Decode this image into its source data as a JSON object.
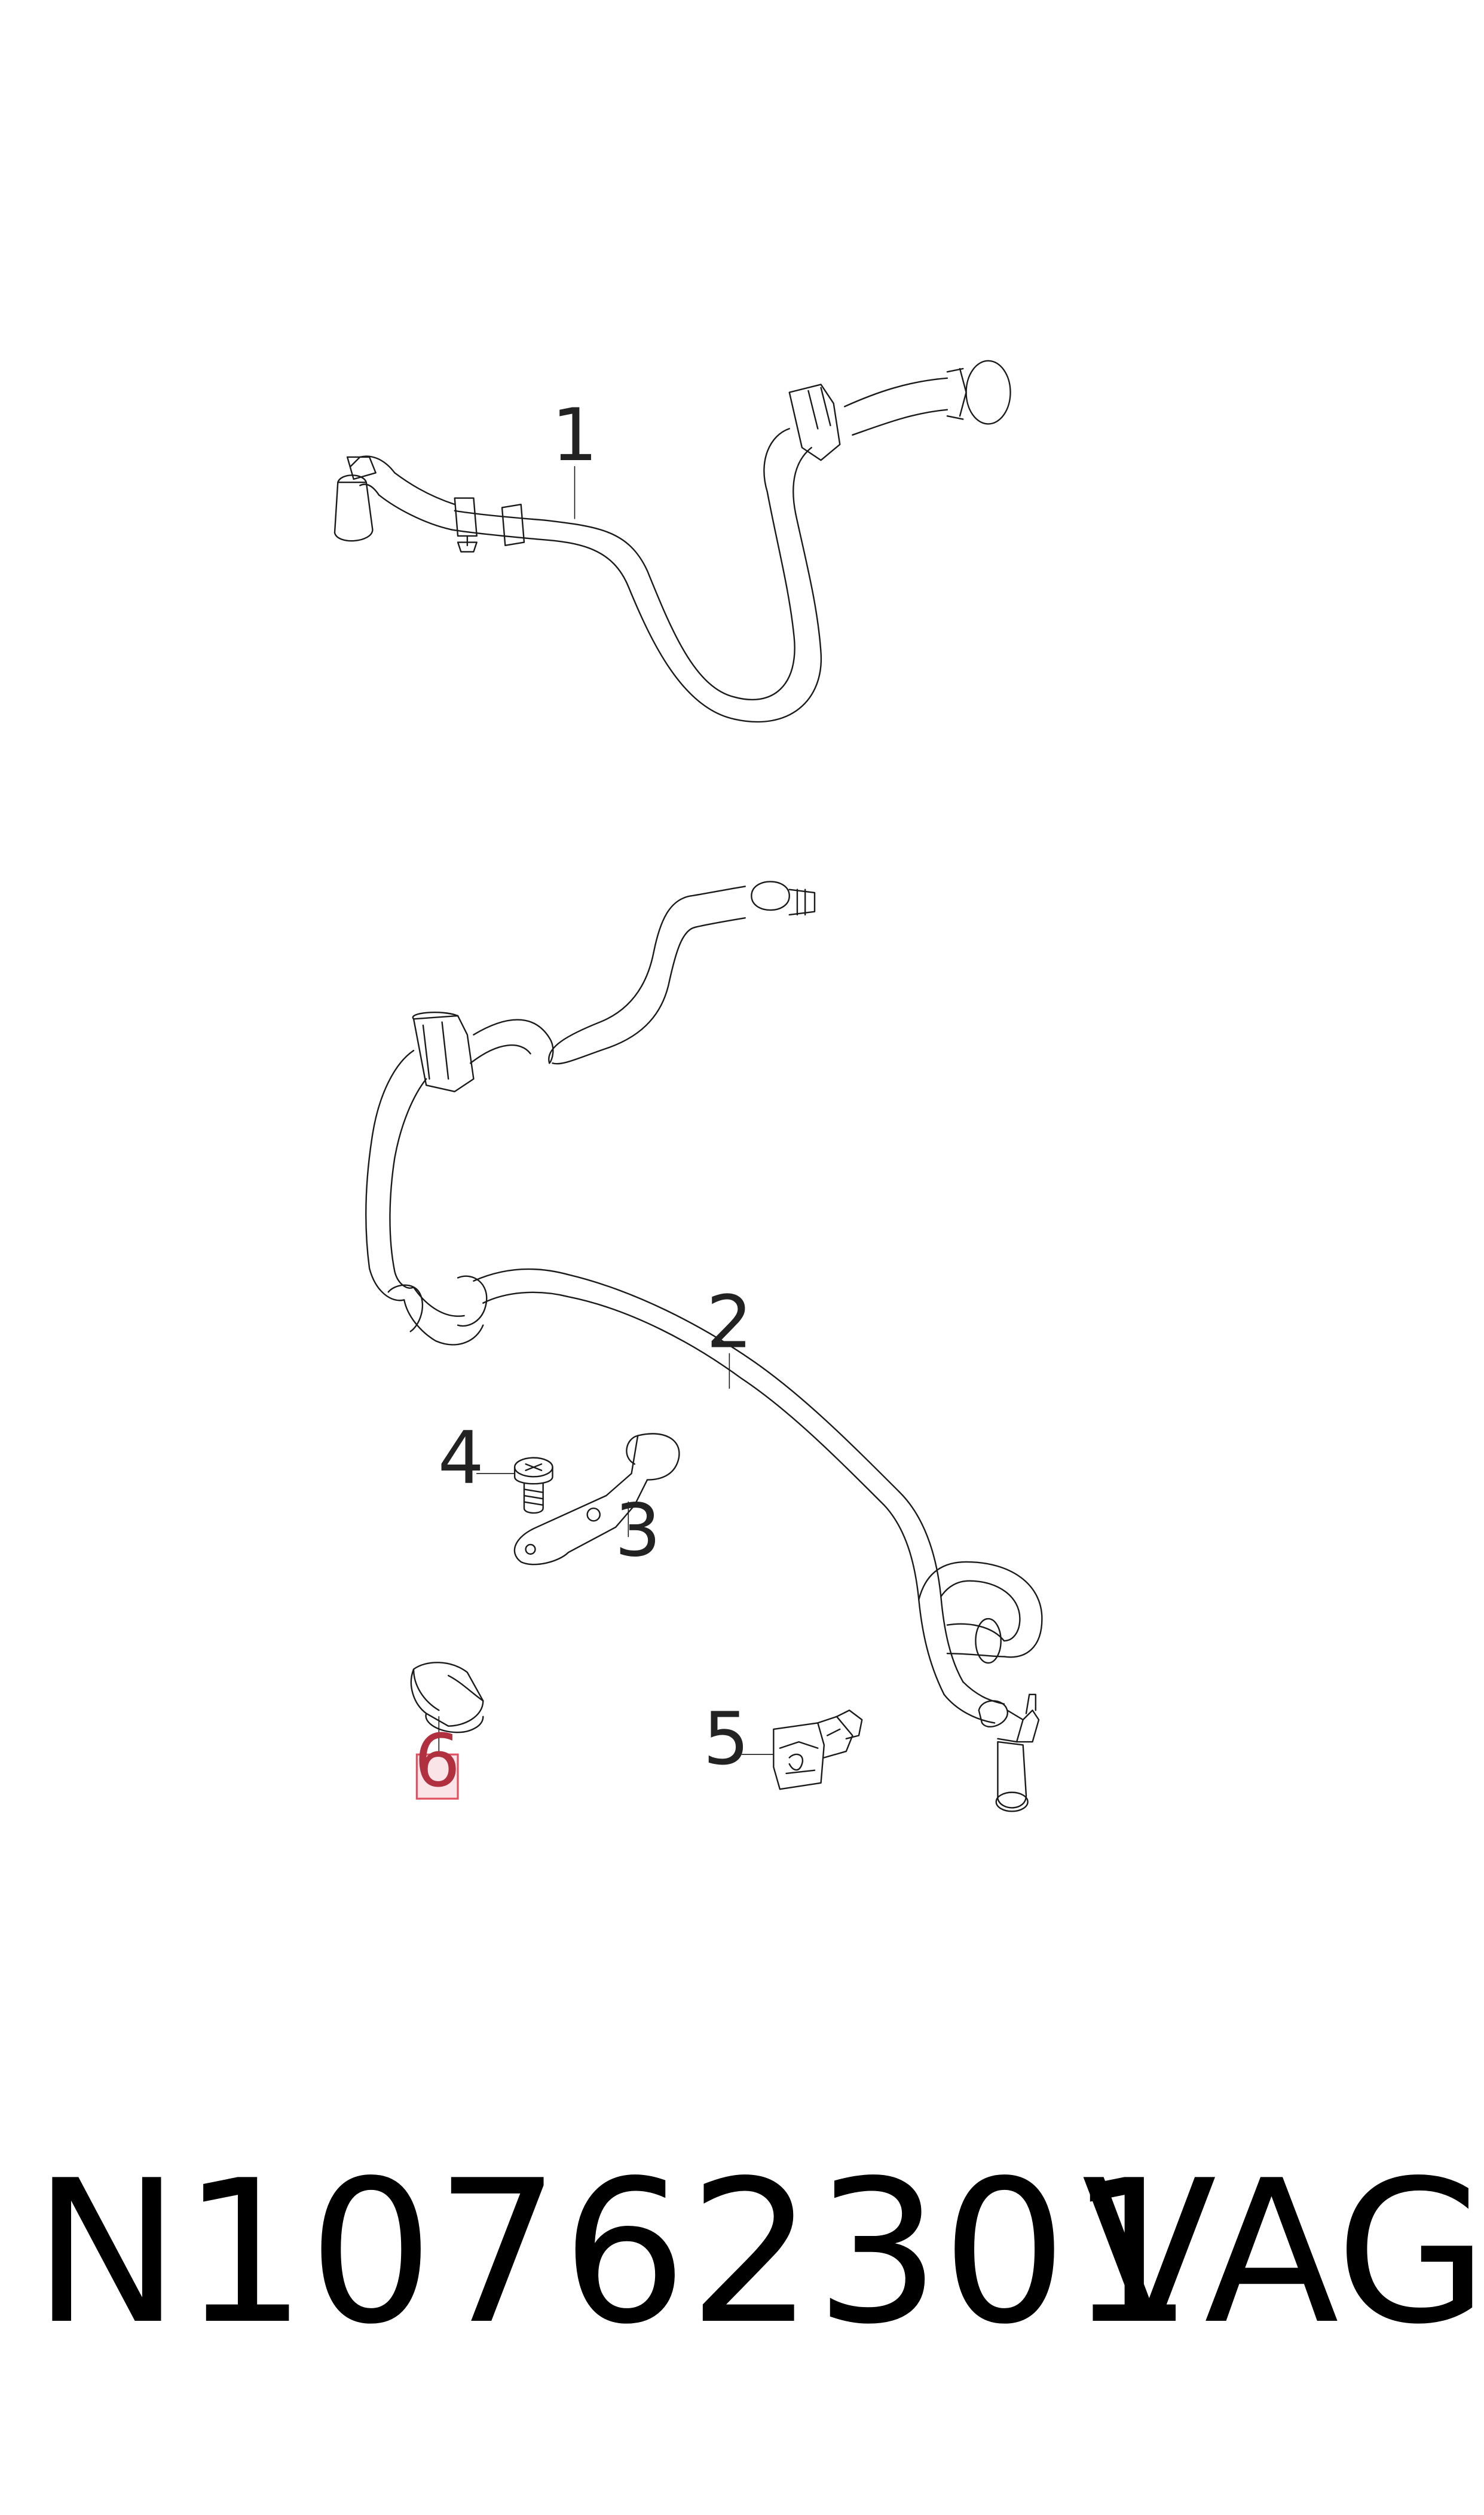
{
  "diagram": {
    "callouts": [
      {
        "id": "1",
        "label": "1"
      },
      {
        "id": "2",
        "label": "2"
      },
      {
        "id": "3",
        "label": "3"
      },
      {
        "id": "4",
        "label": "4"
      },
      {
        "id": "5",
        "label": "5"
      },
      {
        "id": "6",
        "label": "6",
        "highlighted": true
      }
    ],
    "highlight_color": "#e05060"
  },
  "footer": {
    "part_number": "N10762301",
    "brand": "VAG"
  }
}
